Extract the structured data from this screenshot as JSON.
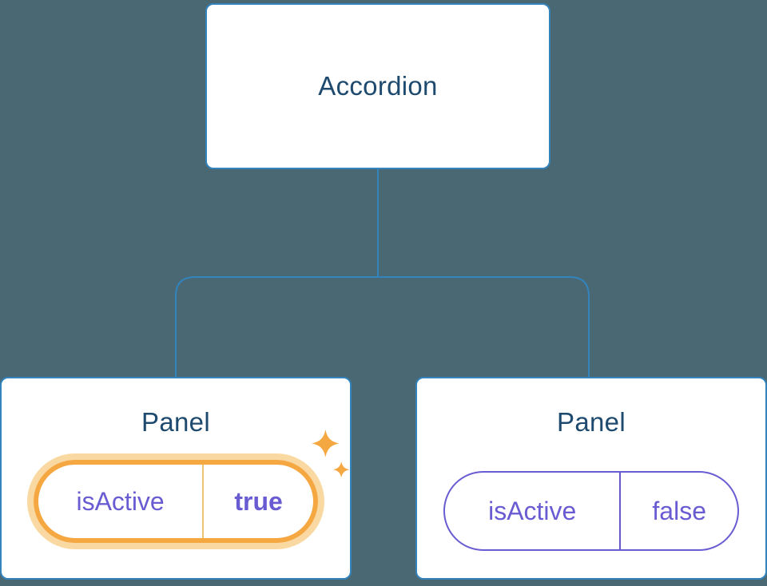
{
  "diagram": {
    "root": {
      "title": "Accordion"
    },
    "panels": [
      {
        "title": "Panel",
        "prop_name": "isActive",
        "prop_value": "true",
        "highlighted": true
      },
      {
        "title": "Panel",
        "prop_name": "isActive",
        "prop_value": "false",
        "highlighted": false
      }
    ],
    "icons": {
      "sparkle": "four-point-star"
    }
  },
  "colors": {
    "background": "#4a6873",
    "card_background": "#ffffff",
    "card_border": "#3383bd",
    "connector": "#3383bd",
    "title_text": "#1d4a6e",
    "prop_text": "#695cd3",
    "highlight_border": "#f5a742",
    "highlight_glow": "#f9d9a1",
    "highlight_divider": "#f0c274",
    "sparkle": "#f5a742"
  }
}
